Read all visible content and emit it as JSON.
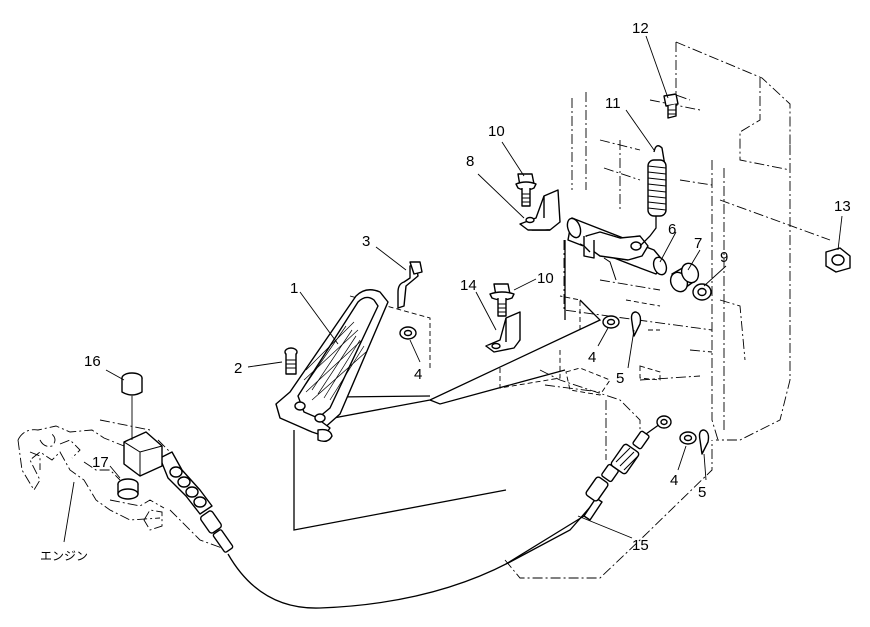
{
  "callouts": [
    {
      "id": "p1",
      "text": "1"
    },
    {
      "id": "p2",
      "text": "2"
    },
    {
      "id": "p3",
      "text": "3"
    },
    {
      "id": "p4a",
      "text": "4"
    },
    {
      "id": "p4b",
      "text": "4"
    },
    {
      "id": "p4c",
      "text": "4"
    },
    {
      "id": "p5a",
      "text": "5"
    },
    {
      "id": "p5b",
      "text": "5"
    },
    {
      "id": "p6",
      "text": "6"
    },
    {
      "id": "p7",
      "text": "7"
    },
    {
      "id": "p8",
      "text": "8"
    },
    {
      "id": "p9",
      "text": "9"
    },
    {
      "id": "p10a",
      "text": "10"
    },
    {
      "id": "p10b",
      "text": "10"
    },
    {
      "id": "p11",
      "text": "11"
    },
    {
      "id": "p12",
      "text": "12"
    },
    {
      "id": "p13",
      "text": "13"
    },
    {
      "id": "p14",
      "text": "14"
    },
    {
      "id": "p15",
      "text": "15"
    },
    {
      "id": "p16",
      "text": "16"
    },
    {
      "id": "p17",
      "text": "17"
    }
  ],
  "engine_label": "エンジン"
}
